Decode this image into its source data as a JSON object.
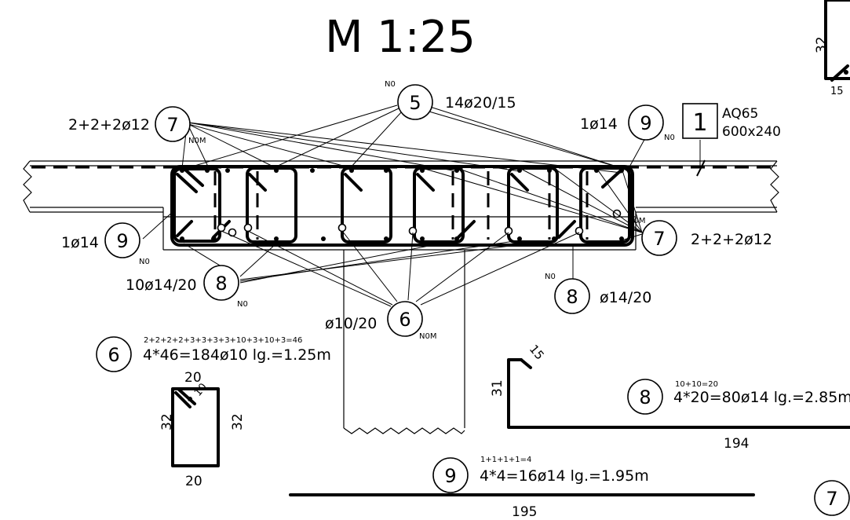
{
  "scale_title": "M 1:25",
  "bubbles": {
    "b5_top": "5",
    "b7_top": "7",
    "b9_top": "9",
    "b1_box": "1",
    "b9_left": "9",
    "b8_left": "8",
    "b6_mid": "6",
    "b7_right": "7",
    "b8_right": "8",
    "b6_table": "6",
    "b8_table": "8",
    "b9_table": "9",
    "b7_bottom": "7"
  },
  "labels": {
    "pos5_spec": "14ø20/15",
    "pos7_top_spec": "2+2+2ø12",
    "pos9_top_spec": "1ø14",
    "pos1_type": "AQ65",
    "pos1_size": "600x240",
    "pos9_left_spec": "1ø14",
    "pos8_left_spec": "10ø14/20",
    "pos6_spec": "ø10/20",
    "pos7_right_spec": "2+2+2ø12",
    "pos8_right_spec": "ø14/20"
  },
  "tags": {
    "t5": "N0",
    "t7": "N0M",
    "t9_top": "N0",
    "t9_left": "N0",
    "t8_left": "N0",
    "t6": "N0M",
    "t7_right": "N0M",
    "t8_right": "N0"
  },
  "schedule": {
    "pos6_sum": "2+2+2+2+3+3+3+3+10+3+10+3=46",
    "pos6_total": "4*46=184ø10 lg.=1.25m",
    "pos8_sum": "10+10=20",
    "pos8_total": "4*20=80ø14 lg.=2.85m",
    "pos9_sum": "1+1+1+1=4",
    "pos9_total": "4*4=16ø14 lg.=1.95m"
  },
  "shape_dims": {
    "stirrup_top": "20",
    "stirrup_hook": "10",
    "stirrup_left": "32",
    "stirrup_right": "32",
    "stirrup_bottom": "20",
    "bent_leg": "31",
    "bent_hook": "15",
    "bent_length": "194",
    "straight_length": "195",
    "corner_leg": "32",
    "corner_hook": "15"
  }
}
